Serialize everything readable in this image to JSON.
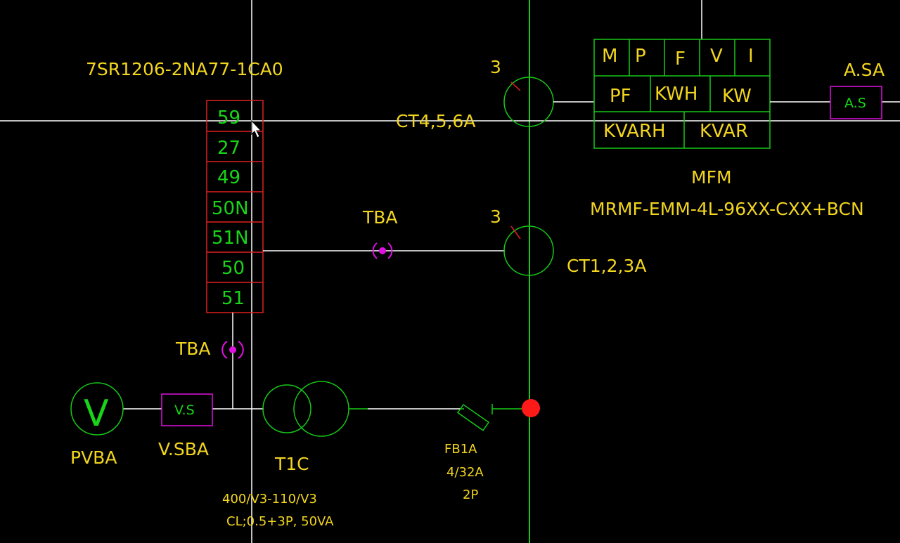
{
  "colors": {
    "background": "#000000",
    "busbar_green": "#17c917",
    "relay_border": "#e02020",
    "relay_text": "#19d419",
    "label_yellow": "#f2d51e",
    "terminal_magenta": "#e010e0",
    "crosshair": "#ffffff",
    "node_red": "#ff1a1a"
  },
  "relay": {
    "model": "7SR1206-2NA77-1CA0",
    "functions": [
      "59",
      "27",
      "49",
      "50N",
      "51N",
      "50",
      "51"
    ]
  },
  "current_transformers": [
    {
      "name": "CT4,5,6A",
      "count": "3"
    },
    {
      "name": "CT1,2,3A",
      "count": "3"
    }
  ],
  "terminals": [
    {
      "name": "TBA"
    },
    {
      "name": "TBA"
    }
  ],
  "meter": {
    "name": "MFM",
    "model": "MRMF-EMM-4L-96XX-CXX+BCN",
    "row1": [
      "M",
      "P",
      "F",
      "V",
      "I"
    ],
    "row2": [
      "PF",
      "KWH",
      "KW"
    ],
    "row3": [
      "KVARH",
      "KVAR"
    ]
  },
  "ammeter_switch": {
    "name": "A.SA",
    "box": "A.S"
  },
  "voltmeter": {
    "symbol": "V",
    "name": "PVBA"
  },
  "voltmeter_switch": {
    "name": "V.SBA",
    "box": "V.S"
  },
  "transformer": {
    "name": "T1C",
    "ratio": "400/V3-110/V3",
    "spec": "CL;0.5+3P, 50VA"
  },
  "fuse": {
    "name": "FB1A",
    "rating": "4/32A",
    "poles": "2P"
  },
  "cursor": {
    "icon": "mouse-pointer-icon"
  }
}
